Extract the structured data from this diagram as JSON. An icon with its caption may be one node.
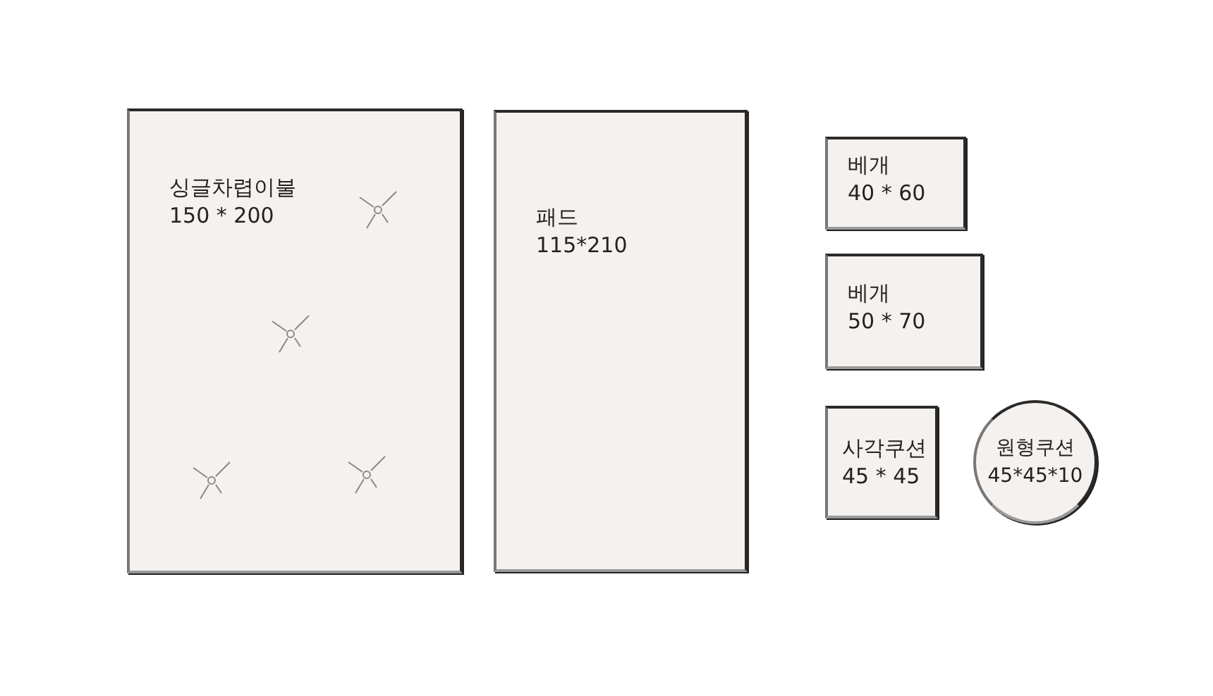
{
  "diagram": {
    "nodes": [
      {
        "text": [
          "싱글차렵이불",
          "150 * 200"
        ]
      },
      {
        "text": [
          "패드",
          "115*210"
        ]
      },
      {
        "text": [
          "베개",
          "40 * 60"
        ]
      },
      {
        "text": [
          "베개",
          "50 * 70"
        ]
      },
      {
        "text": [
          "사각쿠션",
          "45 * 45"
        ]
      },
      {
        "text": [
          "원형쿠션",
          "45*45*10"
        ]
      }
    ]
  }
}
